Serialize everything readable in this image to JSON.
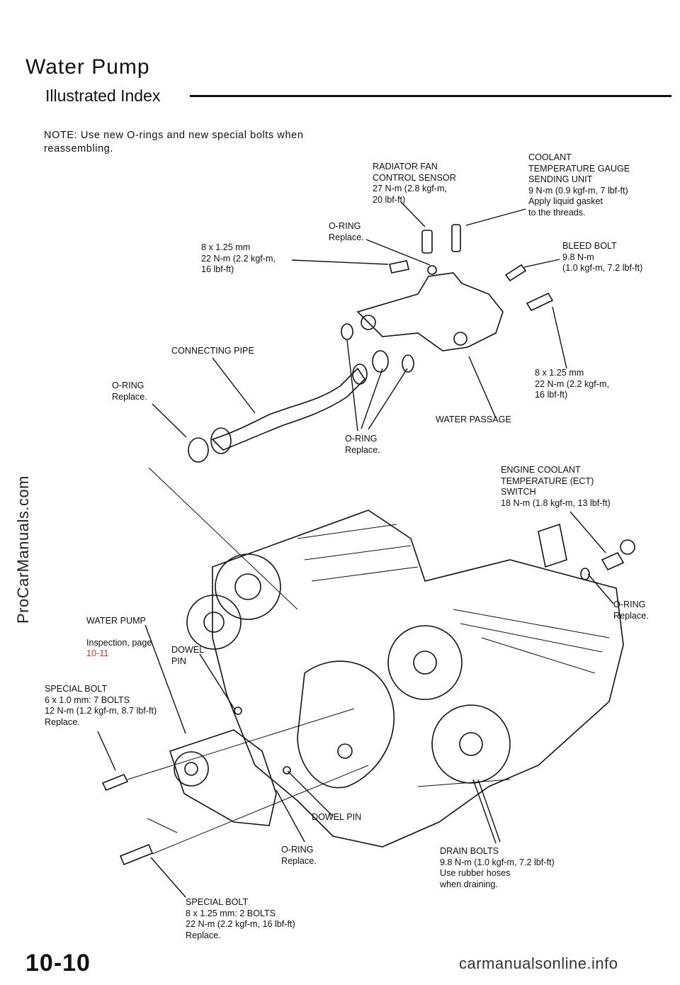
{
  "page": {
    "title": "Water Pump",
    "subtitle": "Illustrated Index",
    "note": "NOTE: Use new O-rings and new special bolts when reassembling.",
    "page_number": "10-10"
  },
  "labels": {
    "radiator_fan_sensor": "RADIATOR FAN\nCONTROL SENSOR\n27 N-m (2.8 kgf-m,\n20 lbf-ft)",
    "coolant_temp_gauge": "COOLANT\nTEMPERATURE GAUGE\nSENDING UNIT\n9 N-m (0.9 kgf-m, 7 lbf-ft)\nApply liquid gasket\nto the threads.",
    "oring_top": "O-RING\nReplace.",
    "bolt_8x125_top": "8 x 1.25 mm\n22 N-m (2.2 kgf-m,\n16 lbf-ft)",
    "bleed_bolt": "BLEED BOLT\n9.8 N-m\n(1.0 kgf-m, 7.2 lbf-ft)",
    "connecting_pipe": "CONNECTING PIPE",
    "oring_left": "O-RING\nReplace.",
    "bolt_8x125_right": "8 x 1.25 mm\n22 N-m (2.2 kgf-m,\n16 lbf-ft)",
    "water_passage": "WATER PASSAGE",
    "oring_center": "O-RING\nReplace.",
    "ect_switch": "ENGINE COOLANT\nTEMPERATURE (ECT)\nSWITCH\n18 N-m (1.8 kgf-m, 13 lbf-ft)",
    "oring_right": "O-RING\nReplace.",
    "water_pump": "WATER PUMP",
    "water_pump_inspection": "Inspection, page",
    "water_pump_link": "10-11",
    "dowel_pin_top": "DOWEL\nPIN",
    "special_bolt_6": "SPECIAL BOLT\n6 x 1.0 mm: 7 BOLTS\n12 N-m (1.2 kgf-m, 8.7 lbf-ft)\nReplace.",
    "dowel_pin_bottom": "DOWEL PIN",
    "oring_bottom": "O-RING\nReplace.",
    "drain_bolts": "DRAIN BOLTS\n9.8 N-m (1.0 kgf-m, 7.2 lbf-ft)\nUse rubber hoses\nwhen draining.",
    "special_bolt_8": "SPECIAL BOLT\n8 x 1.25 mm: 2 BOLTS\n22 N-m (2.2 kgf-m, 16 lbf-ft)\nReplace."
  },
  "watermarks": {
    "side": "ProCarManuals.com",
    "footer": "carmanualsonline.info"
  }
}
